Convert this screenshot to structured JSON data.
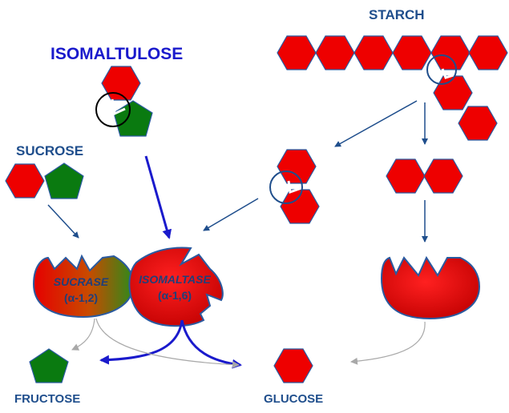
{
  "labels": {
    "isomaltulose": "ISOMALTULOSE",
    "starch": "STARCH",
    "sucrose": "SUCROSE",
    "fructose": "FRUCTOSE",
    "glucose": "GLUCOSE"
  },
  "enzymes": {
    "sucrase_name": "SUCRASE",
    "sucrase_bond": "(α-1,2)",
    "isomaltase_name": "ISOMALTASE",
    "isomaltase_bond": "(α-1,6)"
  },
  "colors": {
    "glucose_red": "#ee0000",
    "fructose_green": "#0a7a10",
    "outline_blue": "#2a5aa0",
    "arrow_blue": "#1f4e8c",
    "strong_arrow_blue": "#1a1acc",
    "gray_arrow": "#a8a8a8"
  }
}
